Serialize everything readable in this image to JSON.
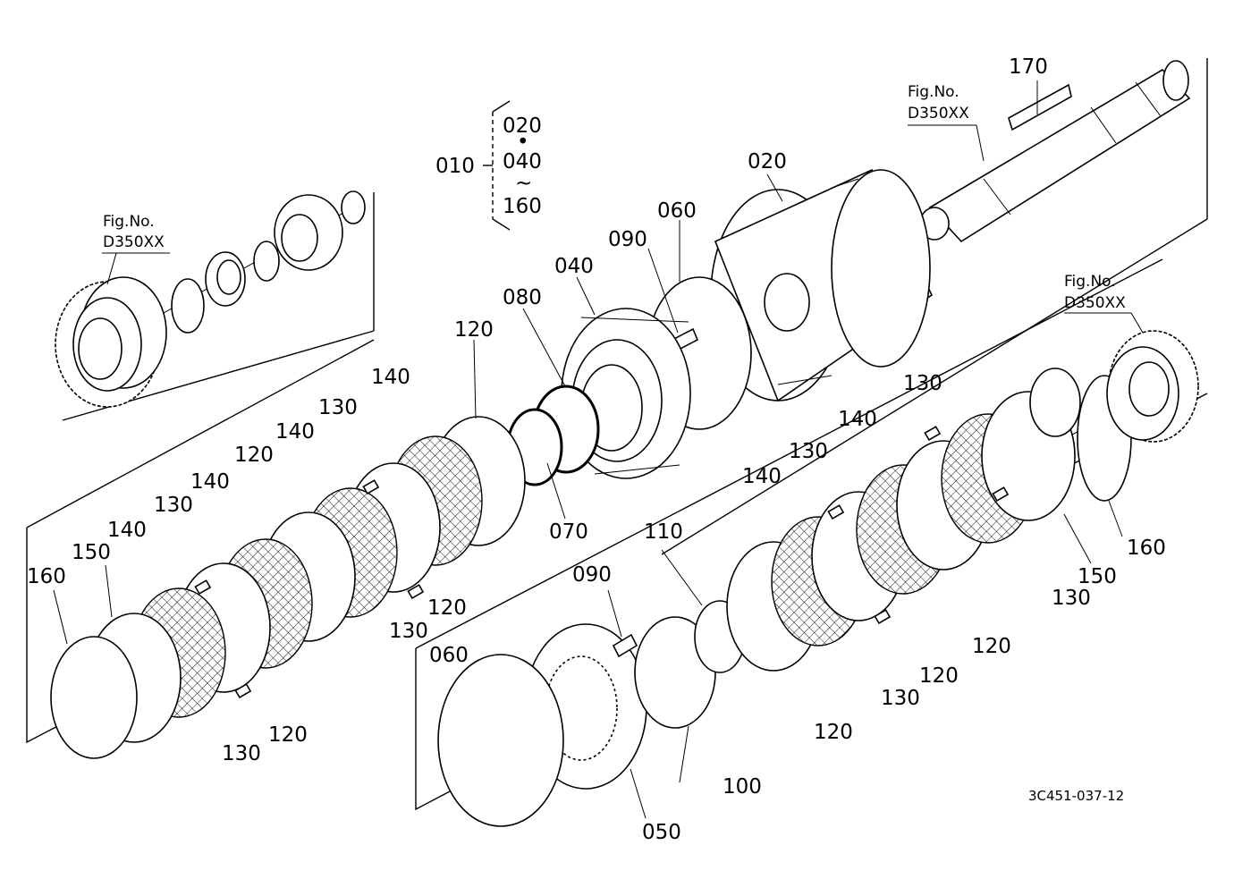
{
  "labels": {
    "p010": "010",
    "p020_group": "020",
    "p040_group": "040",
    "p160_group": "160",
    "p020": "020",
    "p040": "040",
    "p050": "050",
    "p060_top": "060",
    "p060_bottom": "060",
    "p070": "070",
    "p080": "080",
    "p090_top": "090",
    "p090_bottom": "090",
    "p100": "100",
    "p110": "110",
    "p120_a": "120",
    "p120_b": "120",
    "p120_c": "120",
    "p120_d": "120",
    "p120_e": "120",
    "p120_f": "120",
    "p120_g": "120",
    "p130_a": "130",
    "p130_b": "130",
    "p130_c": "130",
    "p130_d": "130",
    "p130_e": "130",
    "p130_f": "130",
    "p130_g": "130",
    "p140_a": "140",
    "p140_b": "140",
    "p140_c": "140",
    "p140_d": "140",
    "p140_e": "140",
    "p140_f": "140",
    "p150_left": "150",
    "p150_right": "150",
    "p160_left": "160",
    "p160_right": "160",
    "p170": "170"
  },
  "figrefs": {
    "left": {
      "line1": "Fig.No.",
      "line2": "D350XX"
    },
    "top": {
      "line1": "Fig.No.",
      "line2": "D350XX"
    },
    "right": {
      "line1": "Fig.No.",
      "line2": "D350XX"
    }
  },
  "group_markers": {
    "dot": "•",
    "tilde": "~"
  },
  "drawing_code": "3C451-037-12"
}
